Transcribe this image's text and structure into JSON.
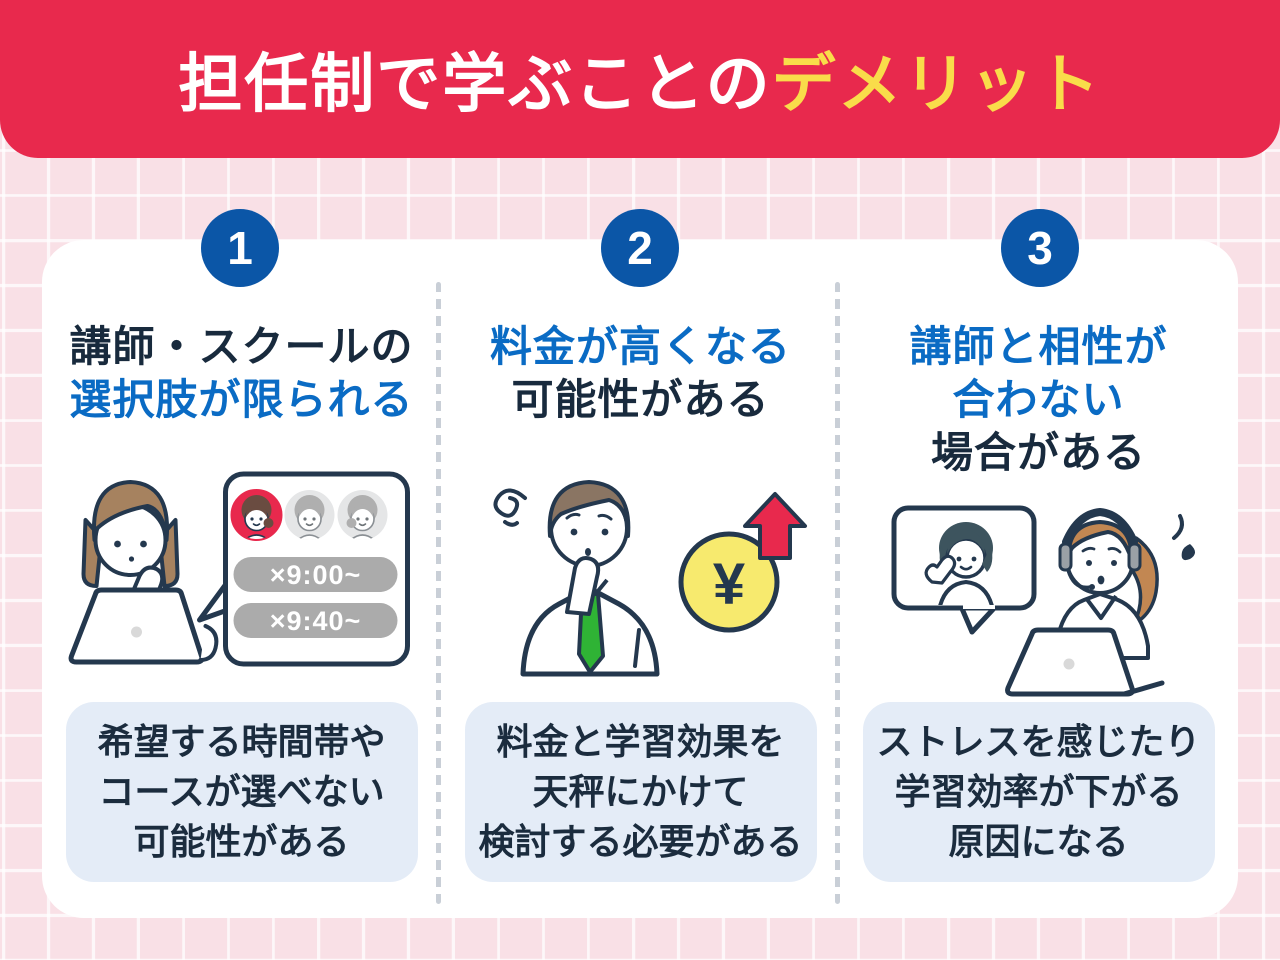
{
  "banner": {
    "title_main": "担任制で学ぶことの",
    "title_accent": "デメリット"
  },
  "columns": [
    {
      "number": "1",
      "heading": {
        "line1": "講師・スクールの",
        "line2": "選択肢が限られる"
      },
      "illustration": {
        "name": "woman-at-laptop-choosing-teacher",
        "schedule_slots": [
          "×9:00~",
          "×9:40~"
        ]
      },
      "note": {
        "line1": "希望する時間帯や",
        "line2": "コースが選べない",
        "line3": "可能性がある"
      }
    },
    {
      "number": "2",
      "heading": {
        "line1": "料金が高くなる",
        "line2": "可能性がある"
      },
      "illustration": {
        "name": "worried-man-with-rising-price",
        "currency_symbol": "¥"
      },
      "note": {
        "line1": "料金と学習効果を",
        "line2": "天秤にかけて",
        "line3": "検討する必要がある"
      }
    },
    {
      "number": "3",
      "heading": {
        "line1": "講師と相性が",
        "line2": "合わない",
        "line3": "場合がある"
      },
      "illustration": {
        "name": "online-lesson-mismatch"
      },
      "note": {
        "line1": "ストレスを感じたり",
        "line2": "学習効率が下がる",
        "line3": "原因になる"
      }
    }
  ],
  "colors": {
    "banner_red": "#E8294D",
    "title_accent_yellow": "#F9DC4A",
    "background_pink": "#F9E0E6",
    "step_circle_blue": "#0B56A7",
    "heading_blue": "#0A6BC4",
    "text_dark_navy": "#182A3D",
    "note_box_blue_gray": "#E4ECF7",
    "illustration_outline": "#24384E",
    "coin_yellow": "#F7EA6E",
    "tie_green": "#2FB335"
  }
}
